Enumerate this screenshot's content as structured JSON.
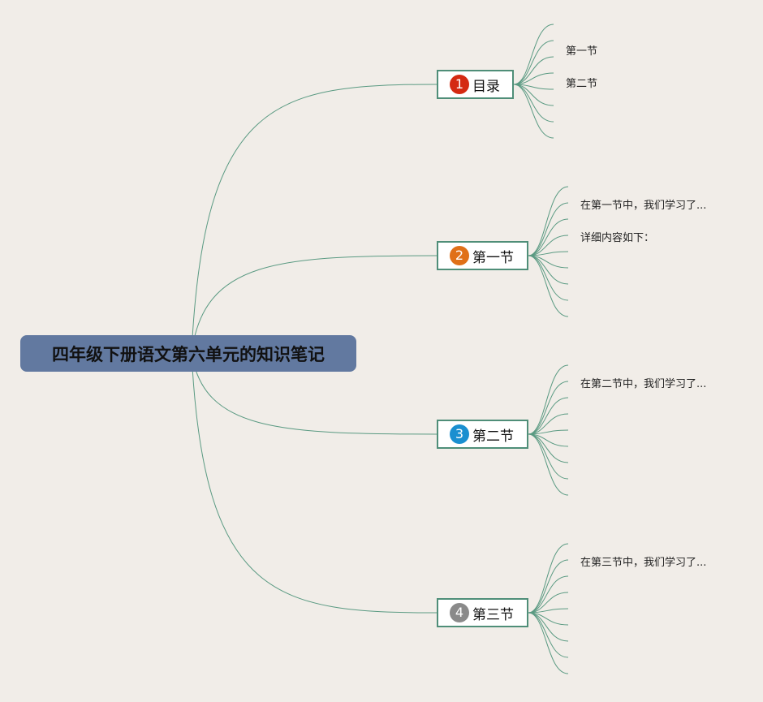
{
  "root": {
    "title": "四年级下册语文第六单元的知识笔记",
    "color": "#6279a0"
  },
  "line_color": "#5a9a82",
  "topics": [
    {
      "number": "1",
      "label": "目录",
      "badge_color": "#d42a12",
      "items": [
        "第一节",
        "第二节",
        "",
        "",
        "",
        "",
        "",
        ""
      ]
    },
    {
      "number": "2",
      "label": "第一节",
      "badge_color": "#e07018",
      "items": [
        "在第一节中，我们学习了...",
        "详细内容如下：",
        "",
        "",
        "",
        "",
        "",
        "",
        ""
      ]
    },
    {
      "number": "3",
      "label": "第二节",
      "badge_color": "#1a8fd0",
      "items": [
        "在第二节中，我们学习了...",
        "",
        "",
        "",
        "",
        "",
        "",
        "",
        ""
      ]
    },
    {
      "number": "4",
      "label": "第三节",
      "badge_color": "#8a8a8a",
      "items": [
        "在第三节中，我们学习了...",
        "",
        "",
        "",
        "",
        "",
        "",
        "",
        ""
      ]
    }
  ]
}
